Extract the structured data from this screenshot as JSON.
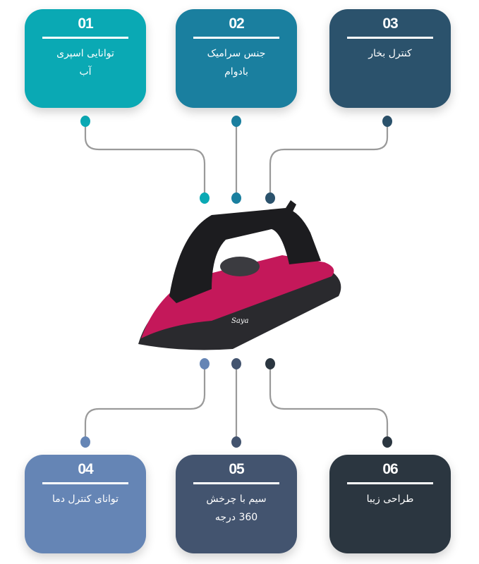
{
  "features": [
    {
      "number": "01",
      "label": "توانایی اسپری\nآب",
      "color": "#0aa9b4"
    },
    {
      "number": "02",
      "label": "جنس سرامیک\nبادوام",
      "color": "#1a7f9f"
    },
    {
      "number": "03",
      "label": "کنترل بخار",
      "color": "#2b526c"
    },
    {
      "number": "04",
      "label": "توانای کنترل دما",
      "color": "#6585b5"
    },
    {
      "number": "05",
      "label": "سیم با چرخش\n360 درجه",
      "color": "#43546f"
    },
    {
      "number": "06",
      "label": "طراحی زیبا",
      "color": "#2b3640"
    }
  ],
  "product": {
    "brand": "Saya",
    "icon": "steam-iron-image"
  }
}
